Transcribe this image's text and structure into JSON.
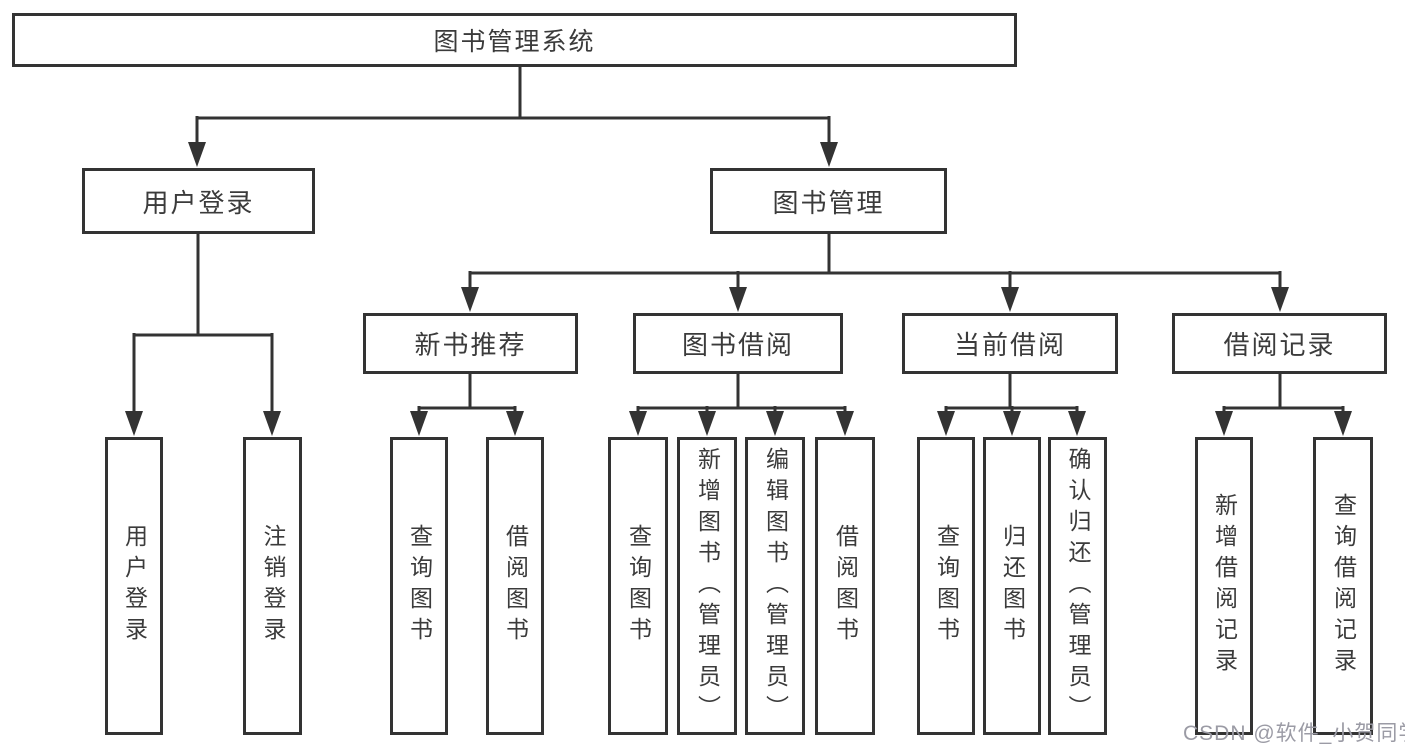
{
  "nodes": {
    "root": {
      "label": "图书管理系统"
    },
    "branches": [
      {
        "label": "用户登录",
        "children": [
          {
            "label": "用户登录"
          },
          {
            "label": "注销登录"
          }
        ]
      },
      {
        "label": "图书管理",
        "children": [
          {
            "label": "新书推荐",
            "children": [
              {
                "label": "查询图书"
              },
              {
                "label": "借阅图书"
              }
            ]
          },
          {
            "label": "图书借阅",
            "children": [
              {
                "label": "查询图书"
              },
              {
                "label": "新增图书（管理员）"
              },
              {
                "label": "编辑图书（管理员）"
              },
              {
                "label": "借阅图书"
              }
            ]
          },
          {
            "label": "当前借阅",
            "children": [
              {
                "label": "查询图书"
              },
              {
                "label": "归还图书"
              },
              {
                "label": "确认归还（管理员）"
              }
            ]
          },
          {
            "label": "借阅记录",
            "children": [
              {
                "label": "新增借阅记录"
              },
              {
                "label": "查询借阅记录"
              }
            ]
          }
        ]
      }
    ]
  },
  "watermark": {
    "text": "CSDN @软件_小贺同学"
  },
  "colors": {
    "line": "#333333",
    "box_border": "#333333",
    "text": "#3b3b3b",
    "background": "#ffffff",
    "watermark": "#9b9ba5"
  }
}
